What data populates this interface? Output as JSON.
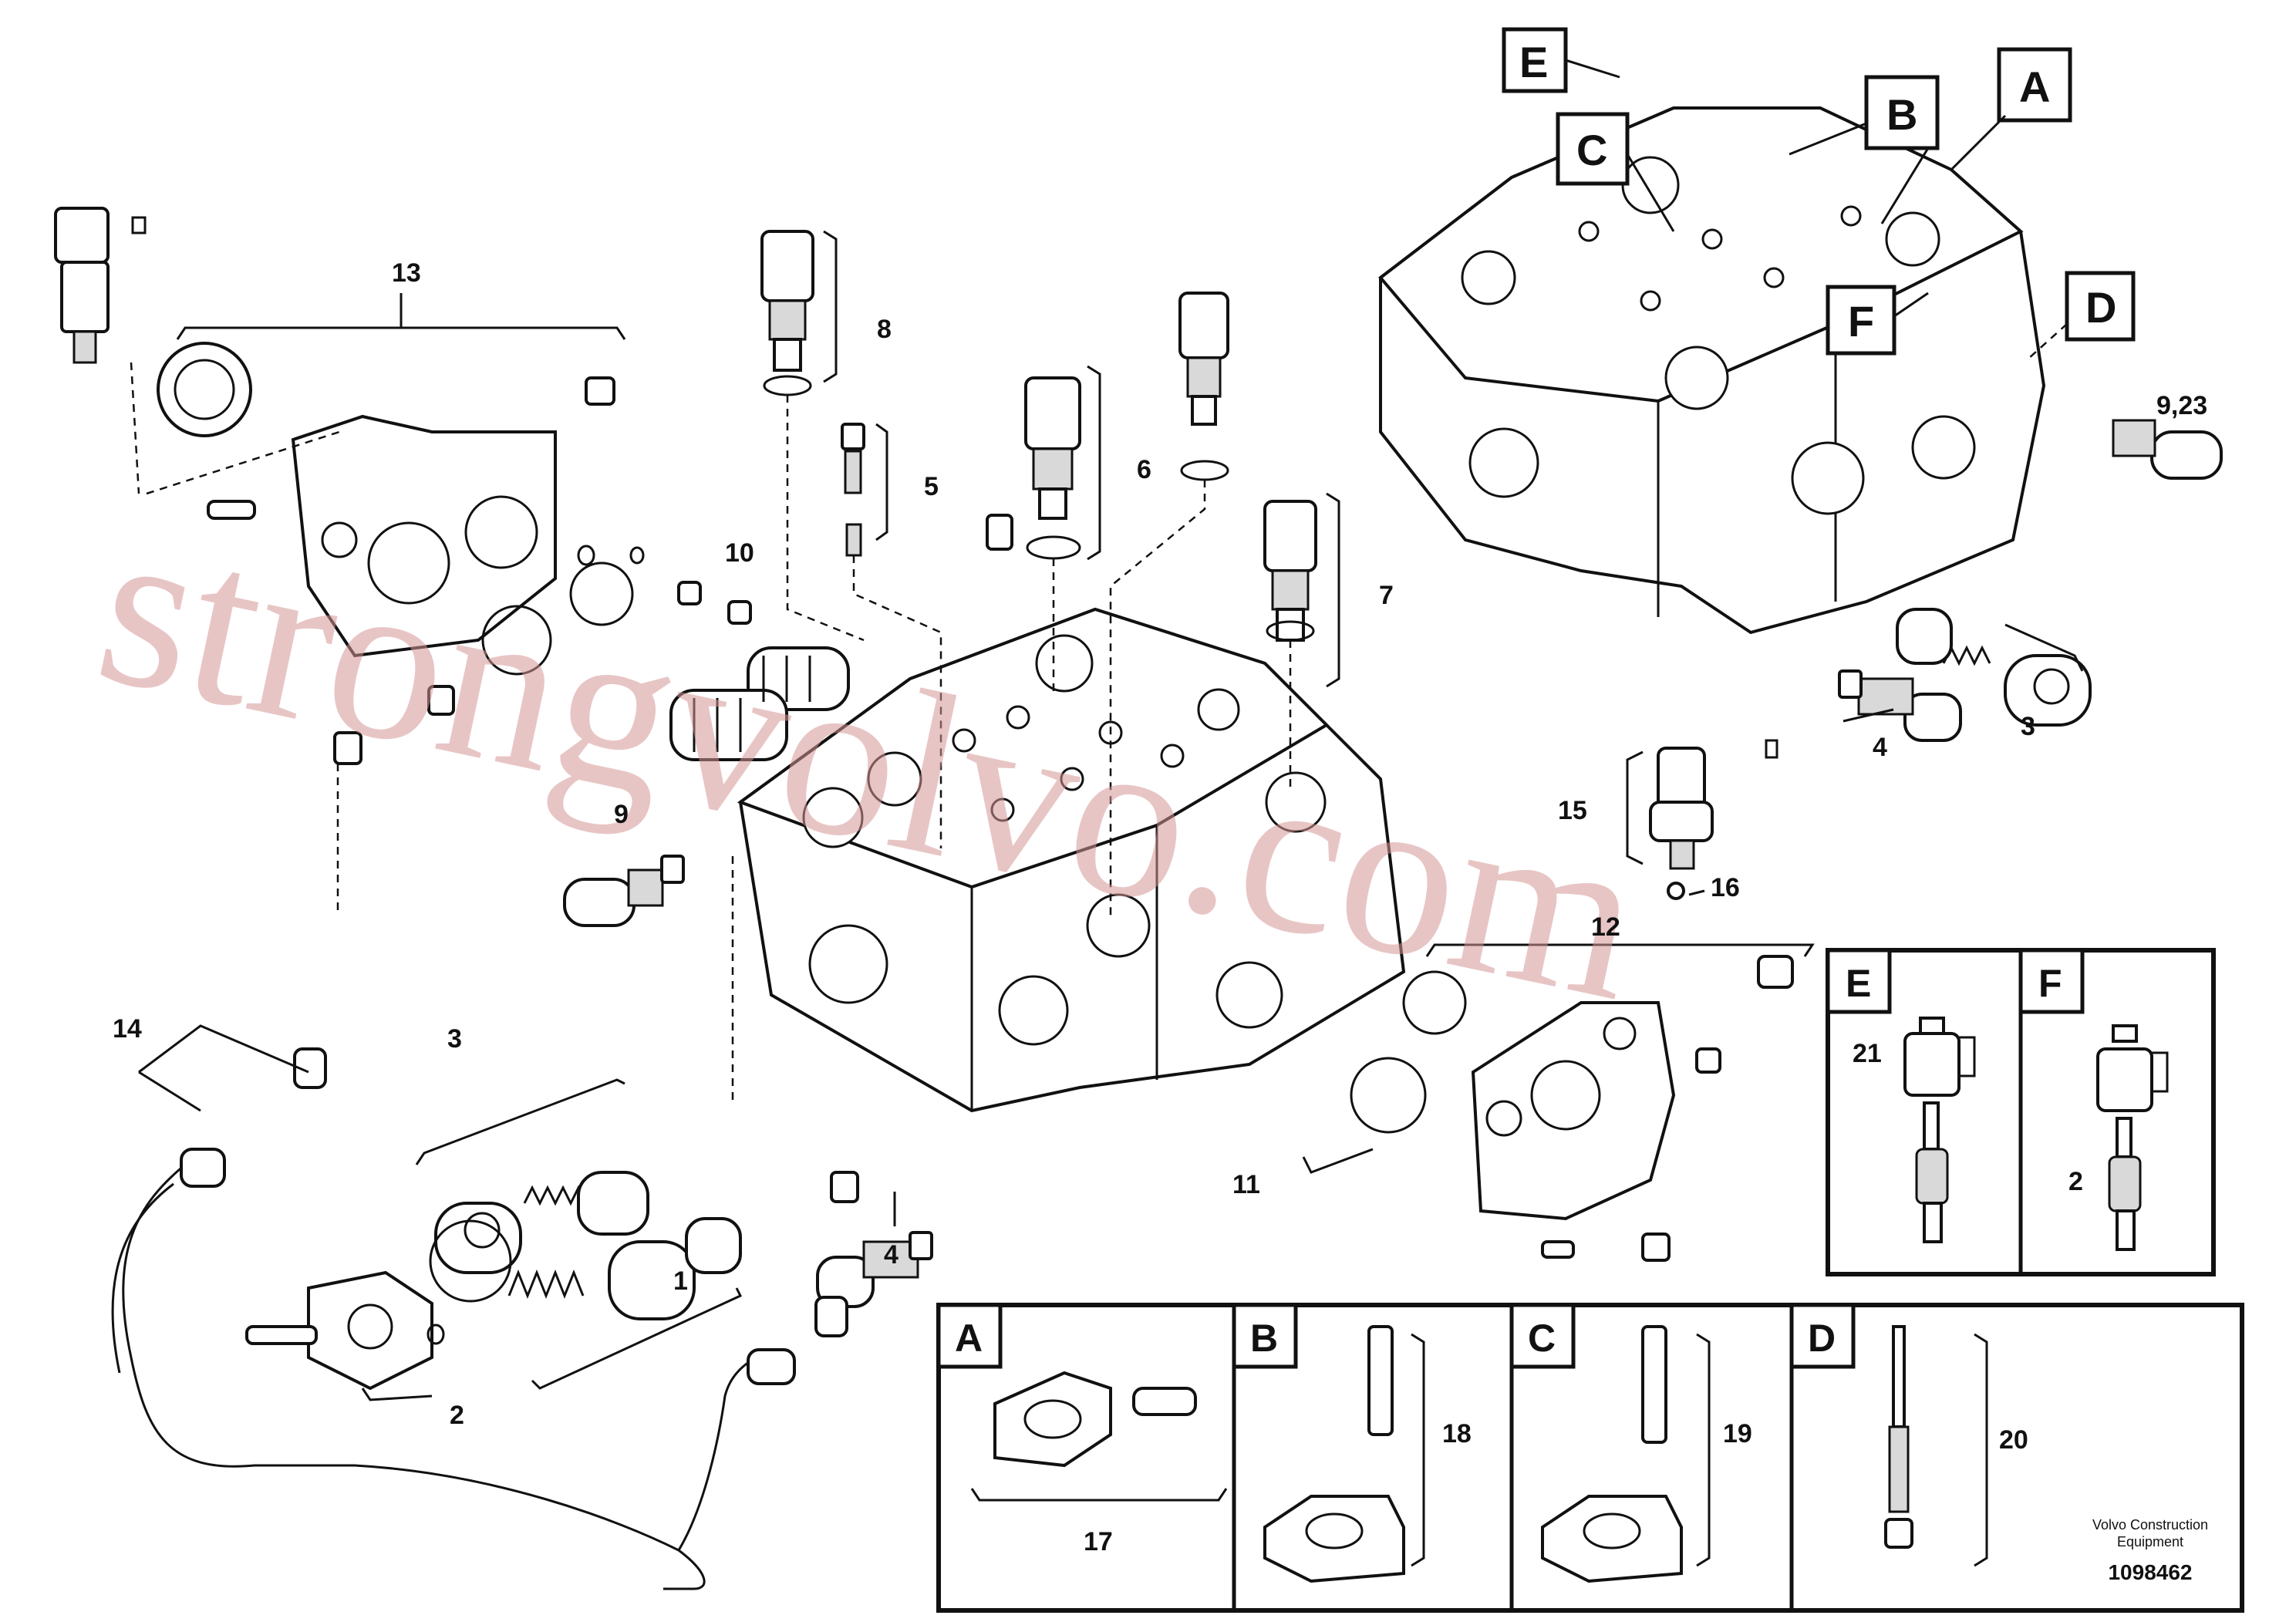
{
  "callouts": {
    "c1": "1",
    "c2": "2",
    "c3a": "3",
    "c3b": "3",
    "c4a": "4",
    "c4b": "4",
    "c5": "5",
    "c6": "6",
    "c7": "7",
    "c8": "8",
    "c9": "9",
    "c9_23": "9,23",
    "c10": "10",
    "c11": "11",
    "c12": "12",
    "c13": "13",
    "c14": "14",
    "c15": "15",
    "c16": "16",
    "c17": "17",
    "c18": "18",
    "c19": "19",
    "c20": "20",
    "c21": "21",
    "c2b": "2"
  },
  "view_labels": {
    "A": "A",
    "B": "B",
    "C": "C",
    "D": "D",
    "E": "E",
    "F": "F"
  },
  "panels": {
    "A": "A",
    "B": "B",
    "C": "C",
    "D": "D",
    "E": "E",
    "F": "F"
  },
  "watermark": "strongvolvo.com",
  "credit": {
    "line1": "Volvo Construction",
    "line2": "Equipment"
  },
  "doc_number": "1098462"
}
